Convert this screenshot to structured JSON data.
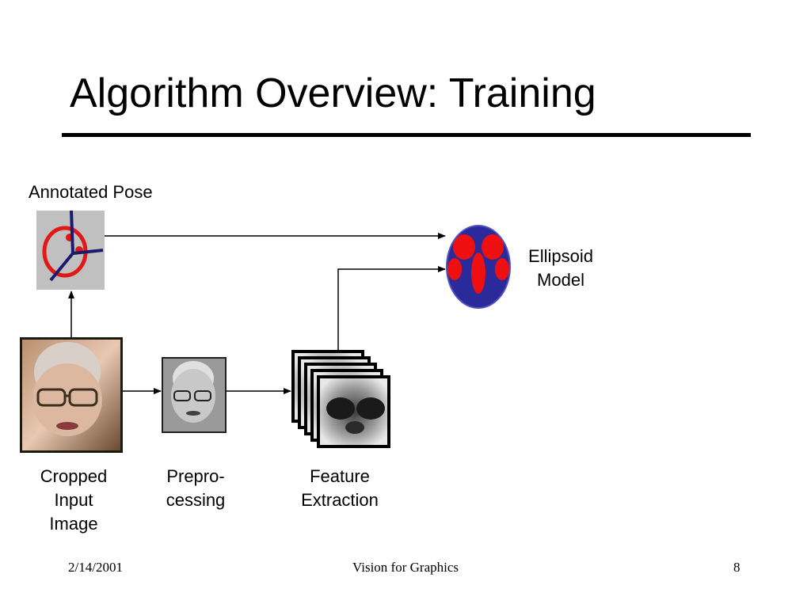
{
  "slide": {
    "title": "Algorithm Overview: Training"
  },
  "diagram": {
    "annotated_pose_label": "Annotated Pose",
    "ellipsoid_label": "Ellipsoid\nModel",
    "cropped_label": "Cropped\nInput\nImage",
    "preprocessing_label": "Prepro-\ncessing",
    "feature_label": "Feature\nExtraction"
  },
  "footer": {
    "date": "2/14/2001",
    "center": "Vision for Graphics",
    "page": "8"
  },
  "colors": {
    "pose_bg": "#c0c0c0",
    "pose_red": "#e01818",
    "pose_blue": "#1a1a6e",
    "ellipsoid_blue": "#2a2a9a",
    "ellipsoid_red": "#ee1010"
  }
}
